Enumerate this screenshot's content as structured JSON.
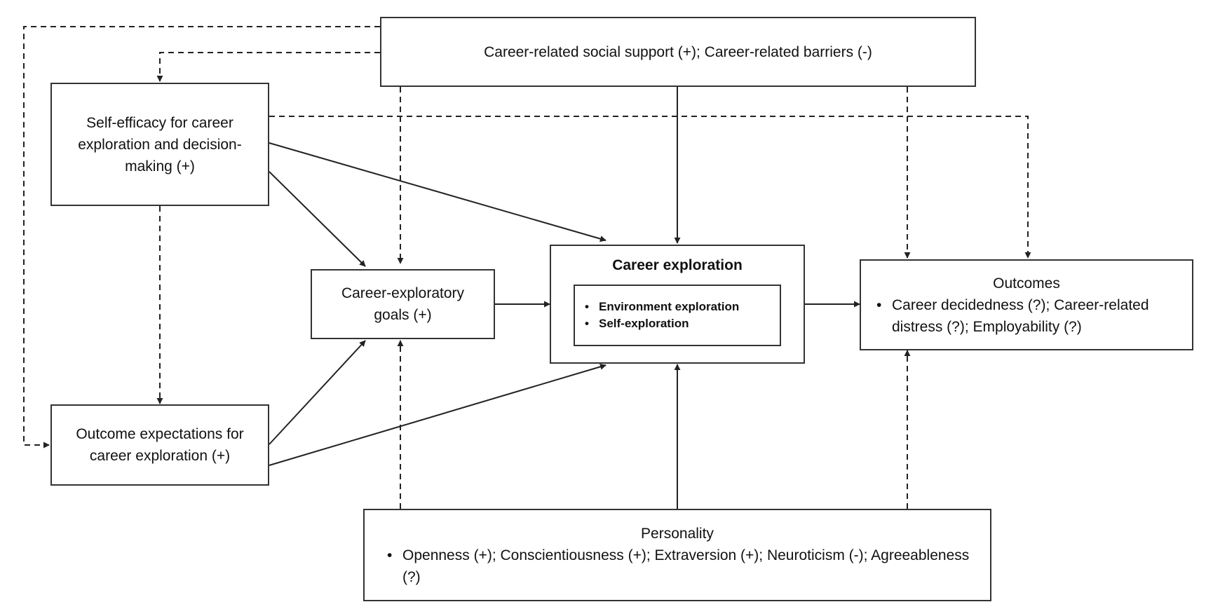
{
  "nodes": {
    "support": {
      "label": "Career-related social support (+); Career-related barriers (-)"
    },
    "self_efficacy": {
      "label": "Self-efficacy for career exploration and decision-making (+)"
    },
    "outcome_expectations": {
      "label": "Outcome expectations for career exploration (+)"
    },
    "goals": {
      "label": "Career-exploratory goals (+)"
    },
    "career_exploration": {
      "title": "Career exploration",
      "items": [
        "Environment exploration",
        "Self-exploration"
      ]
    },
    "outcomes": {
      "title": "Outcomes",
      "items": [
        "Career decidedness (?); Career-related distress (?); Employability (?)"
      ]
    },
    "personality": {
      "title": "Personality",
      "items": [
        "Openness (+); Conscientiousness (+); Extraversion (+); Neuroticism (-); Agreeableness (?)"
      ]
    }
  },
  "edges": [
    {
      "from": "support",
      "to": "self_efficacy",
      "style": "dashed"
    },
    {
      "from": "support",
      "to": "outcome_expectations",
      "style": "dashed"
    },
    {
      "from": "support",
      "to": "goals",
      "style": "dashed"
    },
    {
      "from": "support",
      "to": "career_exploration",
      "style": "solid"
    },
    {
      "from": "support",
      "to": "outcomes",
      "style": "dashed"
    },
    {
      "from": "self_efficacy",
      "to": "outcomes",
      "style": "dashed"
    },
    {
      "from": "self_efficacy",
      "to": "career_exploration",
      "style": "solid"
    },
    {
      "from": "self_efficacy",
      "to": "goals",
      "style": "solid"
    },
    {
      "from": "self_efficacy",
      "to": "outcome_expectations",
      "style": "dashed"
    },
    {
      "from": "outcome_expectations",
      "to": "goals",
      "style": "solid"
    },
    {
      "from": "outcome_expectations",
      "to": "career_exploration",
      "style": "solid"
    },
    {
      "from": "goals",
      "to": "career_exploration",
      "style": "solid"
    },
    {
      "from": "career_exploration",
      "to": "outcomes",
      "style": "solid"
    },
    {
      "from": "personality",
      "to": "goals",
      "style": "dashed"
    },
    {
      "from": "personality",
      "to": "career_exploration",
      "style": "solid"
    },
    {
      "from": "personality",
      "to": "outcomes",
      "style": "dashed"
    }
  ]
}
